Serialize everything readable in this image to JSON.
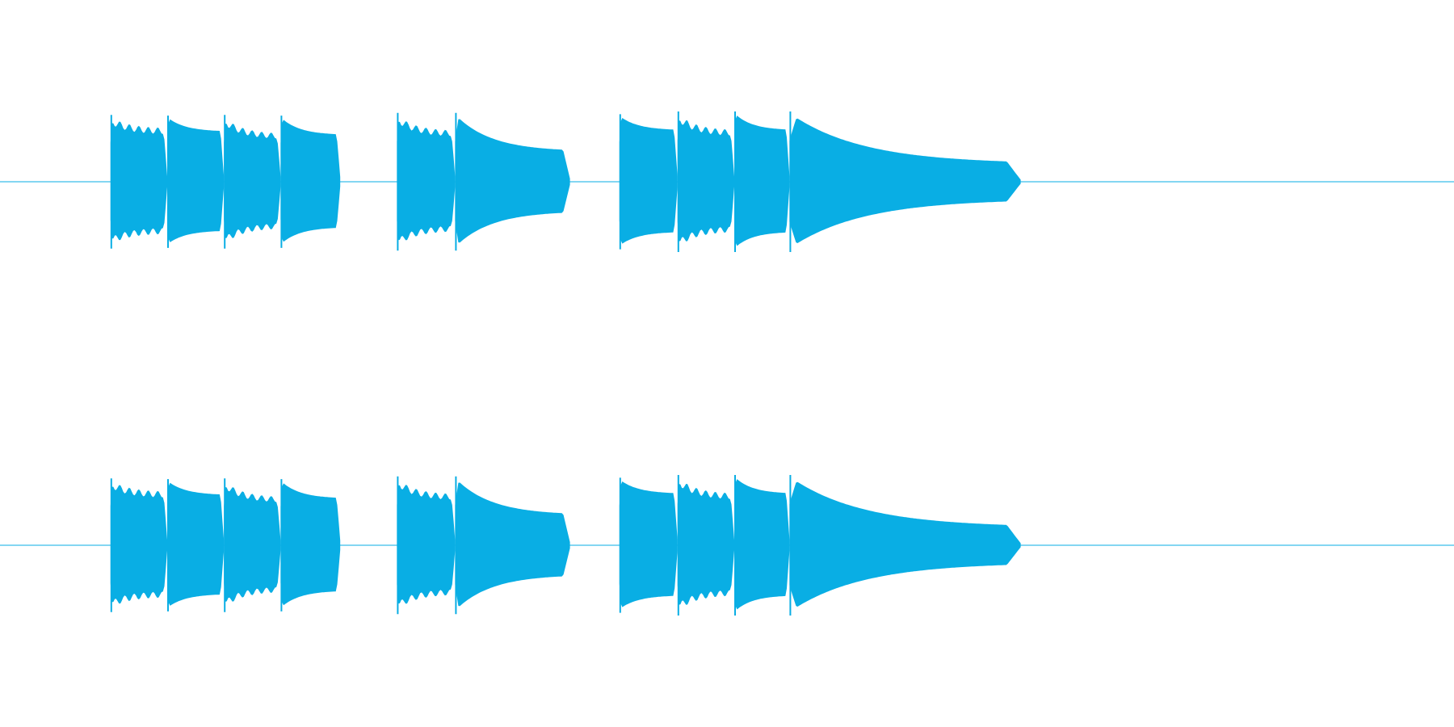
{
  "colors": {
    "background": "#ffffff",
    "waveform": "#09aee4"
  },
  "chart_data": {
    "type": "area",
    "title": "",
    "xlabel": "",
    "ylabel": "",
    "grid": false,
    "legend": "none",
    "ylim": [
      -1,
      1
    ],
    "xlim": [
      0,
      1
    ],
    "channels": [
      {
        "label": ""
      },
      {
        "label": ""
      }
    ],
    "segments": [
      {
        "start": 0.076,
        "end": 0.115,
        "peak": 0.95,
        "tail": 0.78,
        "ripple": true
      },
      {
        "start": 0.115,
        "end": 0.154,
        "peak": 0.94,
        "tail": 0.73,
        "ripple": false
      },
      {
        "start": 0.154,
        "end": 0.193,
        "peak": 0.95,
        "tail": 0.7,
        "ripple": true
      },
      {
        "start": 0.193,
        "end": 0.234,
        "peak": 0.94,
        "tail": 0.68,
        "ripple": false
      },
      {
        "start": 0.273,
        "end": 0.313,
        "peak": 0.98,
        "tail": 0.74,
        "ripple": true
      },
      {
        "start": 0.313,
        "end": 0.392,
        "peak": 0.98,
        "tail": 0.44,
        "ripple": false
      },
      {
        "start": 0.426,
        "end": 0.466,
        "peak": 0.96,
        "tail": 0.75,
        "ripple": false
      },
      {
        "start": 0.466,
        "end": 0.505,
        "peak": 1.0,
        "tail": 0.75,
        "ripple": true
      },
      {
        "start": 0.505,
        "end": 0.543,
        "peak": 1.0,
        "tail": 0.75,
        "ripple": false
      },
      {
        "start": 0.543,
        "end": 0.702,
        "peak": 1.0,
        "tail": 0.26,
        "ripple": false
      }
    ]
  }
}
